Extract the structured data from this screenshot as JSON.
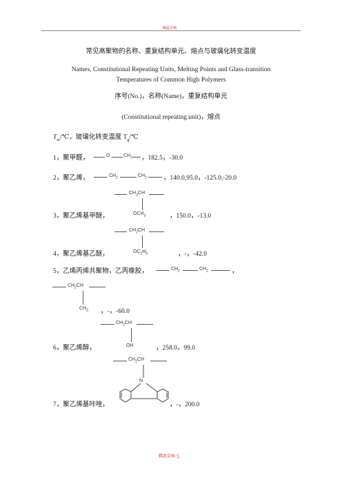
{
  "page": {
    "header_text": "精品文档",
    "footer_text": "精品文档",
    "page_number": "5"
  },
  "title": {
    "zh": "常见高聚物的名称、重复结构单元、熔点与玻璃化转变温度",
    "en_line1": "Names, Constitutional Repeating Units, Melting Points and Glass-transition",
    "en_line2": "Temperatures of Common High Polymers"
  },
  "legend": {
    "line1": "序号(No.)，名称(Name)，重复结构单元",
    "line2": "(Constitutional repeating unit)，熔点",
    "line3_prefix": "T",
    "line3_sub1": "m",
    "line3_mid": "/℃，玻璃化转变温度 T",
    "line3_sub2": "g",
    "line3_suffix": "/℃"
  },
  "entries": [
    {
      "label": "1，聚甲醛，",
      "chem": [
        "O",
        "CH2"
      ],
      "values": "，182.5，-30.0"
    },
    {
      "label": "2，聚乙烯，",
      "chem": [
        "CH2",
        "CH2"
      ],
      "values": "，140.0,95.0，-125.0,-20.0"
    },
    {
      "label": "3，聚乙烯基甲醚，",
      "chem": [
        "CH2CH",
        "OCH3"
      ],
      "values": "，150.0，-13.0"
    },
    {
      "label": "4，聚乙烯基乙醚，",
      "chem": [
        "CH2CH",
        "OC2H5"
      ],
      "values": "，-，-42.0"
    },
    {
      "label": "5，乙烯丙烯共聚物，乙丙橡胶，",
      "chem": [
        "CH2",
        "CH2",
        "CH2CH",
        "CH3"
      ],
      "values": "，-，-60.0",
      "trailing": "，"
    },
    {
      "label": "6，聚乙烯醇，",
      "chem": [
        "CH2CH",
        "OH"
      ],
      "values": "，258.0，99.0"
    },
    {
      "label": "7，聚乙烯基咔唑，",
      "chem": [
        "CH2CH",
        "N"
      ],
      "values": "，-，200.0"
    }
  ]
}
